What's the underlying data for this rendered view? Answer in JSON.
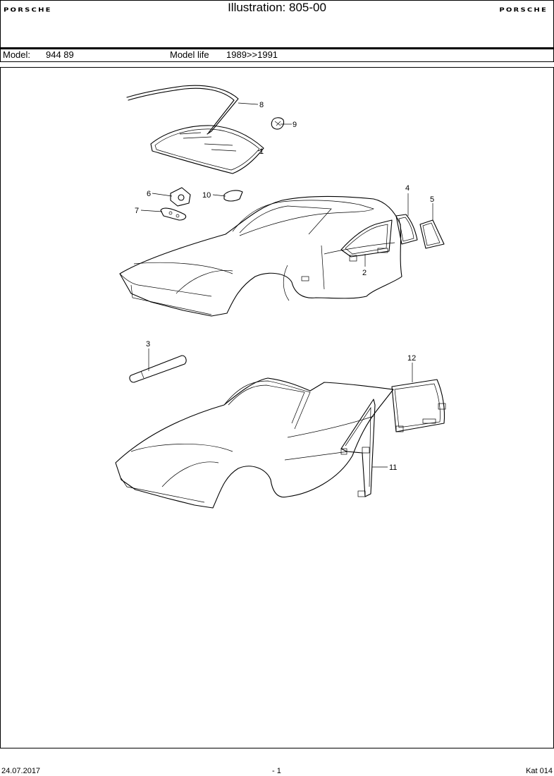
{
  "header": {
    "brand_left": "PORSCHE",
    "title": "Illustration: 805-00",
    "brand_right": "PORSCHE"
  },
  "model_bar": {
    "model_label": "Model:",
    "model_value": "944 89",
    "life_label": "Model life",
    "life_value": "1989>>1991"
  },
  "callouts": [
    "1",
    "2",
    "3",
    "4",
    "5",
    "6",
    "7",
    "8",
    "9",
    "10",
    "11",
    "12"
  ],
  "footer": {
    "date": "24.07.2017",
    "page": "- 1",
    "catalog": "Kat 014"
  }
}
